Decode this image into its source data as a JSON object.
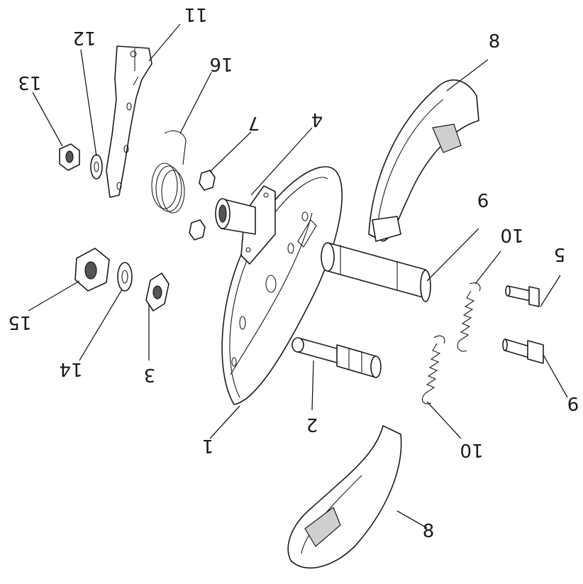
{
  "labels": {
    "p1": "1",
    "p2": "2",
    "p3": "3",
    "p4": "4",
    "p5": "5",
    "p6": "6",
    "p7": "7",
    "p8_top": "8",
    "p8_bottom": "8",
    "p9": "9",
    "p10_upper": "10",
    "p10_lower": "10",
    "p11": "11",
    "p12": "12",
    "p13": "13",
    "p14": "14",
    "p15": "15",
    "p16": "16"
  }
}
